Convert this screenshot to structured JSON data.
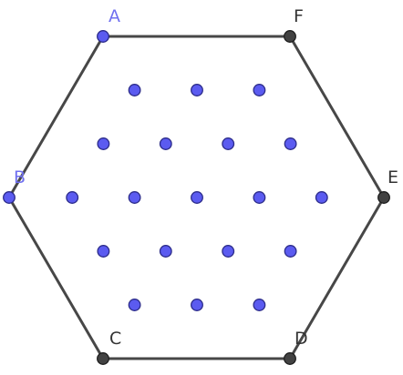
{
  "diagram": {
    "colors": {
      "edge": "#474747",
      "highlighted_point": "#5b5bf0",
      "highlighted_label": "#7070f0",
      "vertex_point": "#424242",
      "vertex_label": "#333333",
      "lattice_point": "#5b5bf0"
    },
    "vertices": [
      {
        "id": "A",
        "label": "A",
        "highlighted": true
      },
      {
        "id": "B",
        "label": "B",
        "highlighted": true
      },
      {
        "id": "C",
        "label": "C",
        "highlighted": false
      },
      {
        "id": "D",
        "label": "D",
        "highlighted": false
      },
      {
        "id": "E",
        "label": "E",
        "highlighted": false
      },
      {
        "id": "F",
        "label": "F",
        "highlighted": false
      }
    ],
    "edges": [
      [
        "A",
        "B"
      ],
      [
        "B",
        "C"
      ],
      [
        "C",
        "D"
      ],
      [
        "D",
        "E"
      ],
      [
        "E",
        "F"
      ],
      [
        "F",
        "A"
      ]
    ],
    "interior_points": {
      "row_counts": [
        3,
        4,
        5,
        4,
        3
      ]
    }
  }
}
